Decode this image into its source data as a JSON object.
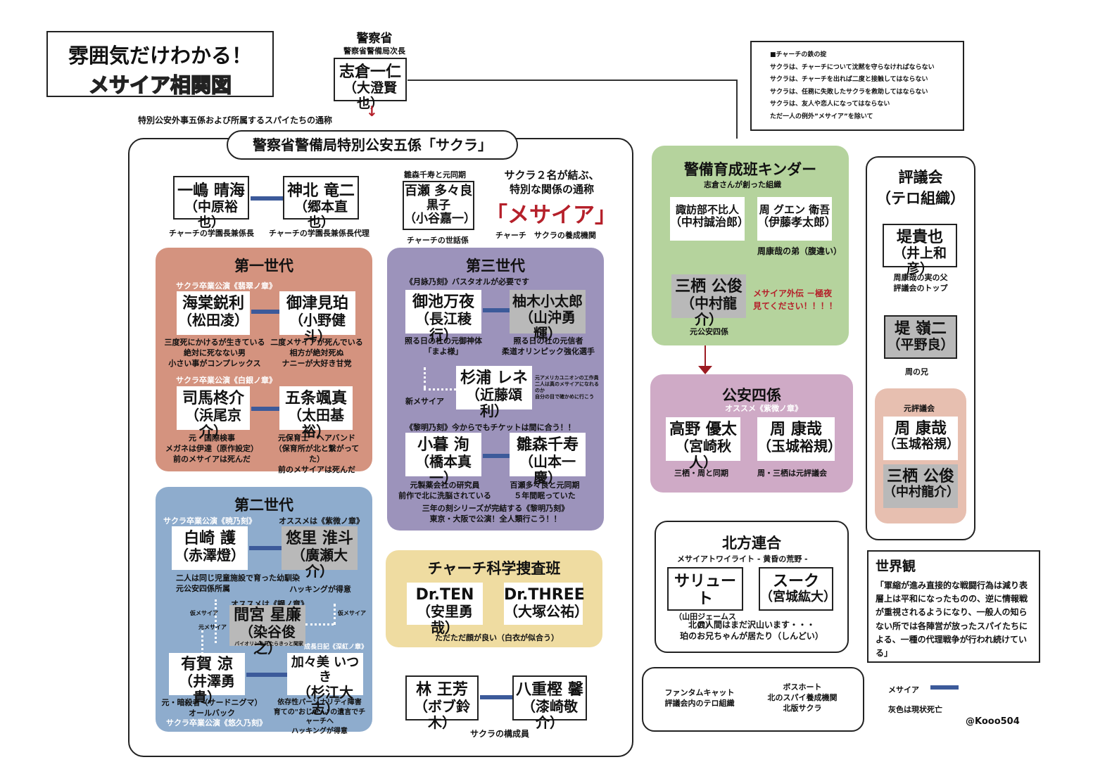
{
  "header": {
    "title_line1": "雰囲気だけわかる！",
    "title_line2": "メサイア相関図"
  },
  "police": {
    "org": "警察省",
    "role": "警察省警備局次長",
    "name": "志倉一仁",
    "actor": "（大澄賢也）"
  },
  "sakura_note": "特別公安外事五係および所属するスパイたちの通称",
  "sakura": {
    "title": "警察省警備局特別公安五係「サクラ」",
    "footer": "サクラの構成員",
    "heads": {
      "a": {
        "name": "一嶋 晴海",
        "actor": "（中原裕也）",
        "note": "チャーチの学園長兼係長"
      },
      "b": {
        "name": "神北 竜二",
        "actor": "（郷本直也）",
        "note": "チャーチの学園長兼係長代理"
      }
    },
    "momose": {
      "pre": "雛森千寿と元同期",
      "name1": "百瀬 多々良",
      "name2": "黒子",
      "actor": "（小谷嘉一）",
      "note": "チャーチの世話係"
    },
    "messiah": {
      "lead1": "サクラ２名が結ぶ、",
      "lead2": "特別な関係の通称",
      "word": "「メサイア」",
      "note": "チャーチ　サクラの養成機関"
    }
  },
  "gen1": {
    "title": "第一世代",
    "pub1": "サクラ卒業公演《翡翠ノ章》",
    "pub2": "サクラ卒業公演《白銀ノ章》",
    "p1": {
      "name": "海棠鋭利",
      "actor": "（松田凌）",
      "note": "三度死にかけるが生きている\n絶対に死なない男\n小さい事がコンプレックス"
    },
    "p2": {
      "name": "御津見珀",
      "actor": "（小野健斗）",
      "note": "二度メサイアが死んでいる\n相方が絶対死ぬ\nナニーが大好き甘党"
    },
    "p3": {
      "name": "司馬柊介",
      "actor": "（浜尾京介）",
      "note": "元・国際検事\nメガネは伊達（原作設定）\n前のメサイアは死んだ"
    },
    "p4": {
      "name": "五条颯真",
      "actor": "（太田基裕）",
      "note": "元保育士　ヘアバンド\n（保育所が北と繋がってた）\n前のメサイアは死んだ"
    }
  },
  "gen3": {
    "title": "第三世代",
    "pub1": "《月詠乃刻》バスタオルが必要です",
    "pub2": "《黎明乃刻》今からでもチケットは間に合う！！",
    "p1": {
      "name": "御池万夜",
      "actor": "（長江稜行）",
      "note": "照る日の杜の元御神体\n「まよ様」"
    },
    "p2": {
      "name": "柚木小太郎",
      "actor": "（山沖勇輝）",
      "note": "照る日の杜の元信者\n柔道オリンピック強化選手"
    },
    "p3": {
      "name": "杉浦 レネ",
      "actor": "（近藤頌利）",
      "note": "元アメリカユニオンの工作員\n二人は真のメサイアになれるのか\n自分の目で確かめに行こう",
      "label": "新メサイア"
    },
    "p4": {
      "name": "小暮 洵",
      "actor": "（橋本真一）",
      "note": "元製薬会社の研究員\n前作で北に洗脳されている"
    },
    "p5": {
      "name": "雛森千寿",
      "actor": "（山本一慶）",
      "note": "百瀬多々良と元同期\n５年間眠っていた"
    },
    "footer1": "三年の刻シリーズが完結する《黎明乃刻》",
    "footer2": "東京・大阪で公演！全人類行こう！！"
  },
  "gen2": {
    "title": "第二世代",
    "pub1": "サクラ卒業公演《暁乃刻》",
    "pub2": "オススメは《紫微ノ章》",
    "pub3": "オススメは《鋼ノ章》",
    "pub4": "成長日記《深紅ノ章》",
    "pub5": "サクラ卒業公演《悠久乃刻》",
    "p1": {
      "name": "白崎 護",
      "actor": "（赤澤燈）",
      "note": "二人は同じ児童施設で育った幼馴染\n元公安四係所属"
    },
    "p2": {
      "name": "悠里 淮斗",
      "actor": "（廣瀬大介）",
      "note": "ハッキングが得意"
    },
    "p3": {
      "name": "間宮 星廉",
      "actor": "（染谷俊之）",
      "note": "バイオリンを見たらきっと聞家"
    },
    "p4": {
      "name": "有賀 涼",
      "actor": "（井澤勇貴）",
      "note": "元・暗殺者（サードニグマ）\nオールバック"
    },
    "p5": {
      "name": "加々美 いつき",
      "actor": "（杉江大志）",
      "note": "依存性パーソナリティ障害\n育ての\"おじさん\"の遺言でチャーチへ\nハッキングが得意"
    },
    "lbl1": "仮メサイア",
    "lbl2": "仮メサイア",
    "lbl3": "元メサイア"
  },
  "sci": {
    "title": "チャーチ科学捜査班",
    "p1": {
      "name": "Dr.TEN",
      "actor": "（安里勇哉）"
    },
    "p2": {
      "name": "Dr.THREE",
      "actor": "（大塚公祐）"
    },
    "note": "ただただ顔が良い（白衣が似合う）"
  },
  "misc": {
    "p1": {
      "name": "林 王芳",
      "actor": "（ボブ鈴木）"
    },
    "p2": {
      "name": "八重樫 馨",
      "actor": "（漆崎敬介）"
    }
  },
  "rules": {
    "lines": [
      "■チャーチの鉄の掟",
      "サクラは、チャーチについて沈黙を守らなければならない",
      "サクラは、チャーチを出れば二度と接触してはならない",
      "サクラは、任務に失敗したサクラを救助してはならない",
      "サクラは、友人や恋人になってはならない",
      "ただ一人の例外”メサイア”を除いて"
    ]
  },
  "kinder": {
    "title": "警備育成班キンダー",
    "subtitle": "志倉さんが創った組織",
    "p1": {
      "name": "諏訪部不比人",
      "actor": "（中村誠治郎）"
    },
    "p2": {
      "name": "周 グエン 衛吾",
      "actor": "（伊藤孝太郎）",
      "note": "周康哉の弟（腹違い）"
    },
    "p3": {
      "name": "三栖 公俊",
      "actor": "（中村龍介）",
      "note": "元公安四係"
    },
    "gaiden": "メサイア外伝 －極夜\n見てください！！！！"
  },
  "koan4": {
    "title": "公安四係",
    "subtitle": "オススメ《紫微ノ章》",
    "p1": {
      "name": "高野 優太",
      "actor": "（宮崎秋人）",
      "note": "三栖・周と同期"
    },
    "p2": {
      "name": "周 康哉",
      "actor": "（玉城裕規）",
      "note": "周・三栖は元評議会"
    }
  },
  "hoppo": {
    "title": "北方連合",
    "subtitle": "メサイアトワイライト - 黄昏の荒野 -",
    "p1": {
      "name": "サリュート",
      "actor": "（山田ジェームス武）"
    },
    "p2": {
      "name": "スーク",
      "actor": "（宮城紘大）"
    },
    "note": "北の人間はまだ沢山います・・・\n珀のお兄ちゃんが居たり（しんどい）"
  },
  "groups": {
    "a1": "ファンタムキャット",
    "a2": "評議会内のテロ組織",
    "b1": "ボスホート",
    "b2": "北のスパイ養成機関",
    "b3": "北版サクラ"
  },
  "council": {
    "title1": "評議会",
    "title2": "（テロ組織）",
    "p1": {
      "name": "堤貴也",
      "actor": "（井上和彦）",
      "note": "周康哉の実の父\n評議会のトップ"
    },
    "p2": {
      "name": "堤 嶺二",
      "actor": "（平野良）",
      "note": "周の兄"
    },
    "former": "元評議会",
    "p3": {
      "name": "周 康哉",
      "actor": "（玉城裕規）"
    },
    "p4": {
      "name": "三栖 公俊",
      "actor": "（中村龍介）"
    }
  },
  "world": {
    "title": "世界観",
    "text": "「軍縮が進み直接的な戦闘行為は減り表層上は平和になったものの、逆に情報戦が重視されるようになり、一般人の知らない所では各陣営が放ったスパイたちによる、一種の代理戦争が行われ続けている」"
  },
  "legend": {
    "messiah": "メサイア",
    "gray": "灰色は現状死亡",
    "credit": "@Kooo504"
  },
  "colors": {
    "gen1": "#d4937f",
    "gen3": "#9c93bb",
    "gen2": "#8eaccd",
    "sci": "#efdca1",
    "kinder": "#b5d39d",
    "koan4": "#cfaac6",
    "former": "#e7bfb0",
    "link": "#3c5a9a",
    "accent": "#b5202a"
  }
}
